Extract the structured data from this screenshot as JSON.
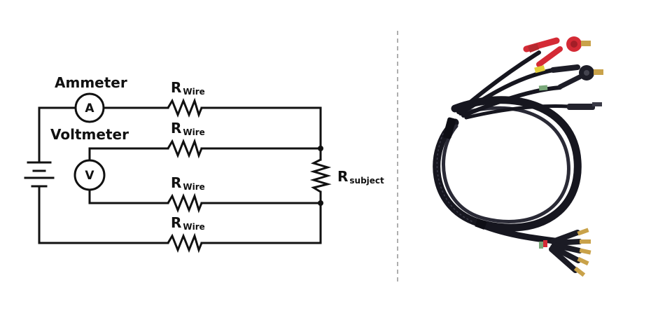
{
  "schematic": {
    "ammeter_label": "Ammeter",
    "voltmeter_label": "Voltmeter",
    "ammeter_symbol": "A",
    "voltmeter_symbol": "V",
    "wire_resistors": [
      {
        "main": "R",
        "sub": "Wire"
      },
      {
        "main": "R",
        "sub": "Wire"
      },
      {
        "main": "R",
        "sub": "Wire"
      },
      {
        "main": "R",
        "sub": "Wire"
      }
    ],
    "subject_resistor": {
      "main": "R",
      "sub": "subject"
    }
  },
  "divider": {
    "style": "dashed",
    "color": "#9a9a9a"
  },
  "photo": {
    "subject": "cable-with-banana-plugs",
    "colors": {
      "cable": "#16161f",
      "red_connector": "#d42a35",
      "plug_gold": "#c9a24a"
    }
  }
}
